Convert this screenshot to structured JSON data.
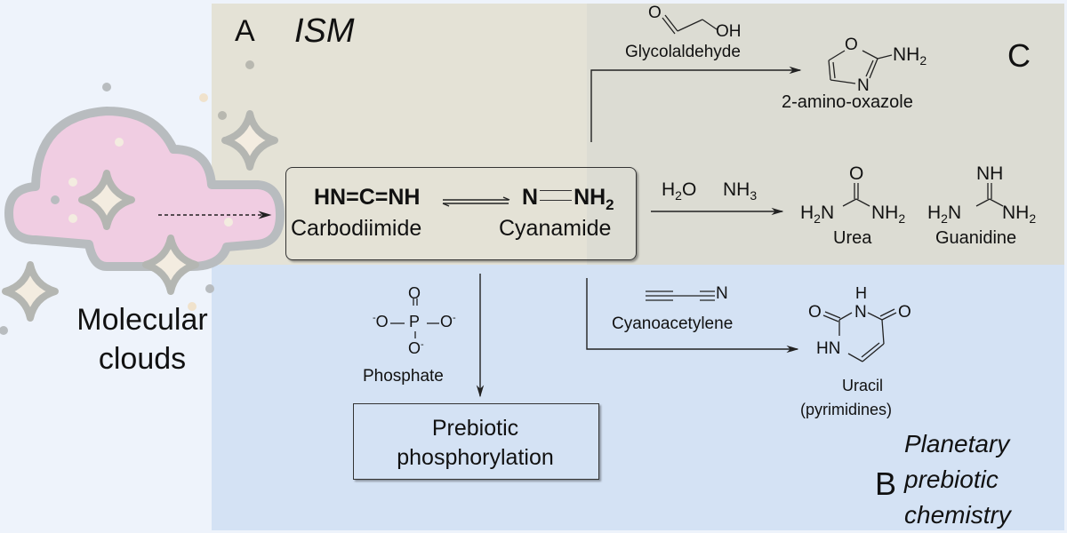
{
  "left_panel": {
    "label_line1": "Molecular",
    "label_line2": "clouds"
  },
  "region_a": {
    "letter": "A",
    "title": "ISM"
  },
  "region_b": {
    "letter": "B",
    "title_line1": "Planetary",
    "title_line2": "prebiotic",
    "title_line3": "chemistry"
  },
  "region_c": {
    "letter": "C"
  },
  "equilibrium": {
    "left_formula": "HN=C=NH",
    "left_name": "Carbodiimide",
    "right_formula_n": "N",
    "right_formula_nh": "NH",
    "right_formula_sub": "2",
    "right_name": "Cyanamide"
  },
  "reactions": {
    "glycolaldehyde": {
      "reagent": "Glycolaldehyde",
      "reagent_o": "O",
      "reagent_oh": "OH",
      "product": "2-amino-oxazole",
      "product_o": "O",
      "product_n": "N",
      "product_nh2": "NH",
      "sub2": "2"
    },
    "hydrolysis": {
      "reagent_h2o_h": "H",
      "reagent_h2o_sub": "2",
      "reagent_h2o_o": "O",
      "reagent_nh3": "NH",
      "reagent_nh3_sub": "3",
      "urea": {
        "name": "Urea",
        "o": "O",
        "left": "H",
        "left_sub": "2",
        "left_n": "N",
        "right": "NH",
        "right_sub": "2"
      },
      "guanidine": {
        "name": "Guanidine",
        "top": "NH",
        "left": "H",
        "left_sub": "2",
        "left_n": "N",
        "right": "NH",
        "right_sub": "2"
      }
    },
    "cyanoacetylene": {
      "reagent": "Cyanoacetylene",
      "reagent_n": "N",
      "product": "Uracil",
      "product_sub": "(pyrimidines)",
      "o1": "O",
      "o2": "O",
      "h": "H",
      "n": "N",
      "hn": "HN"
    },
    "phosphate": {
      "reagent": "Phosphate",
      "o_top": "O",
      "p": "P",
      "o_left": "O",
      "o_right": "O",
      "o_bottom": "O",
      "charge": "-",
      "product_line1": "Prebiotic",
      "product_line2": "phosphorylation"
    }
  },
  "colors": {
    "ism_bg": "#e4e2d6",
    "region_c_bg": "#dcdcd3",
    "planetary_bg": "#d4e2f4",
    "left_bg": "#eef3fb",
    "cloud_fill": "#f0cde2",
    "cloud_outline": "#b8bcbf"
  }
}
